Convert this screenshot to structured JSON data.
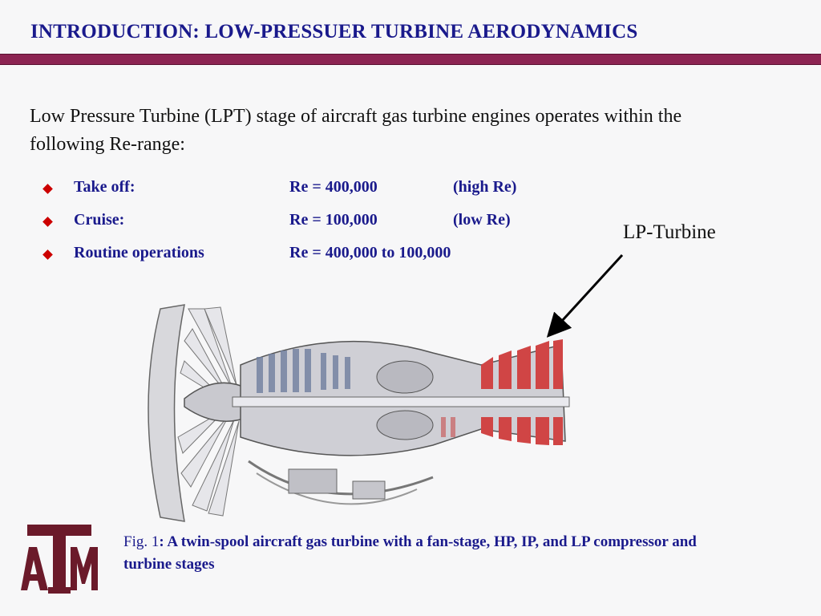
{
  "title": "INTRODUCTION: LOW-PRESSUER TURBINE AERODYNAMICS",
  "intro": "Low Pressure Turbine (LPT) stage of aircraft gas turbine engines operates within the following Re-range:",
  "bullets": [
    {
      "label": "Take off:",
      "value": "Re = 400,000",
      "note": "(high Re)"
    },
    {
      "label": "Cruise:",
      "value": "Re = 100,000",
      "note": "(low Re)"
    },
    {
      "label": "Routine operations",
      "value": "Re = 400,000 to 100,000",
      "note": ""
    }
  ],
  "figure": {
    "annotation": "LP-Turbine",
    "caption_prefix": "Fig. 1",
    "caption_text": ": A twin-spool aircraft gas turbine with a fan-stage, HP, IP, and LP compressor and turbine stages"
  },
  "logo": {
    "letters": "ATM"
  },
  "colors": {
    "title": "#1a1a8c",
    "bar": "#8c2452",
    "bullet": "#cc0000",
    "logo": "#6b1a2a",
    "turbine": "#d04545"
  }
}
